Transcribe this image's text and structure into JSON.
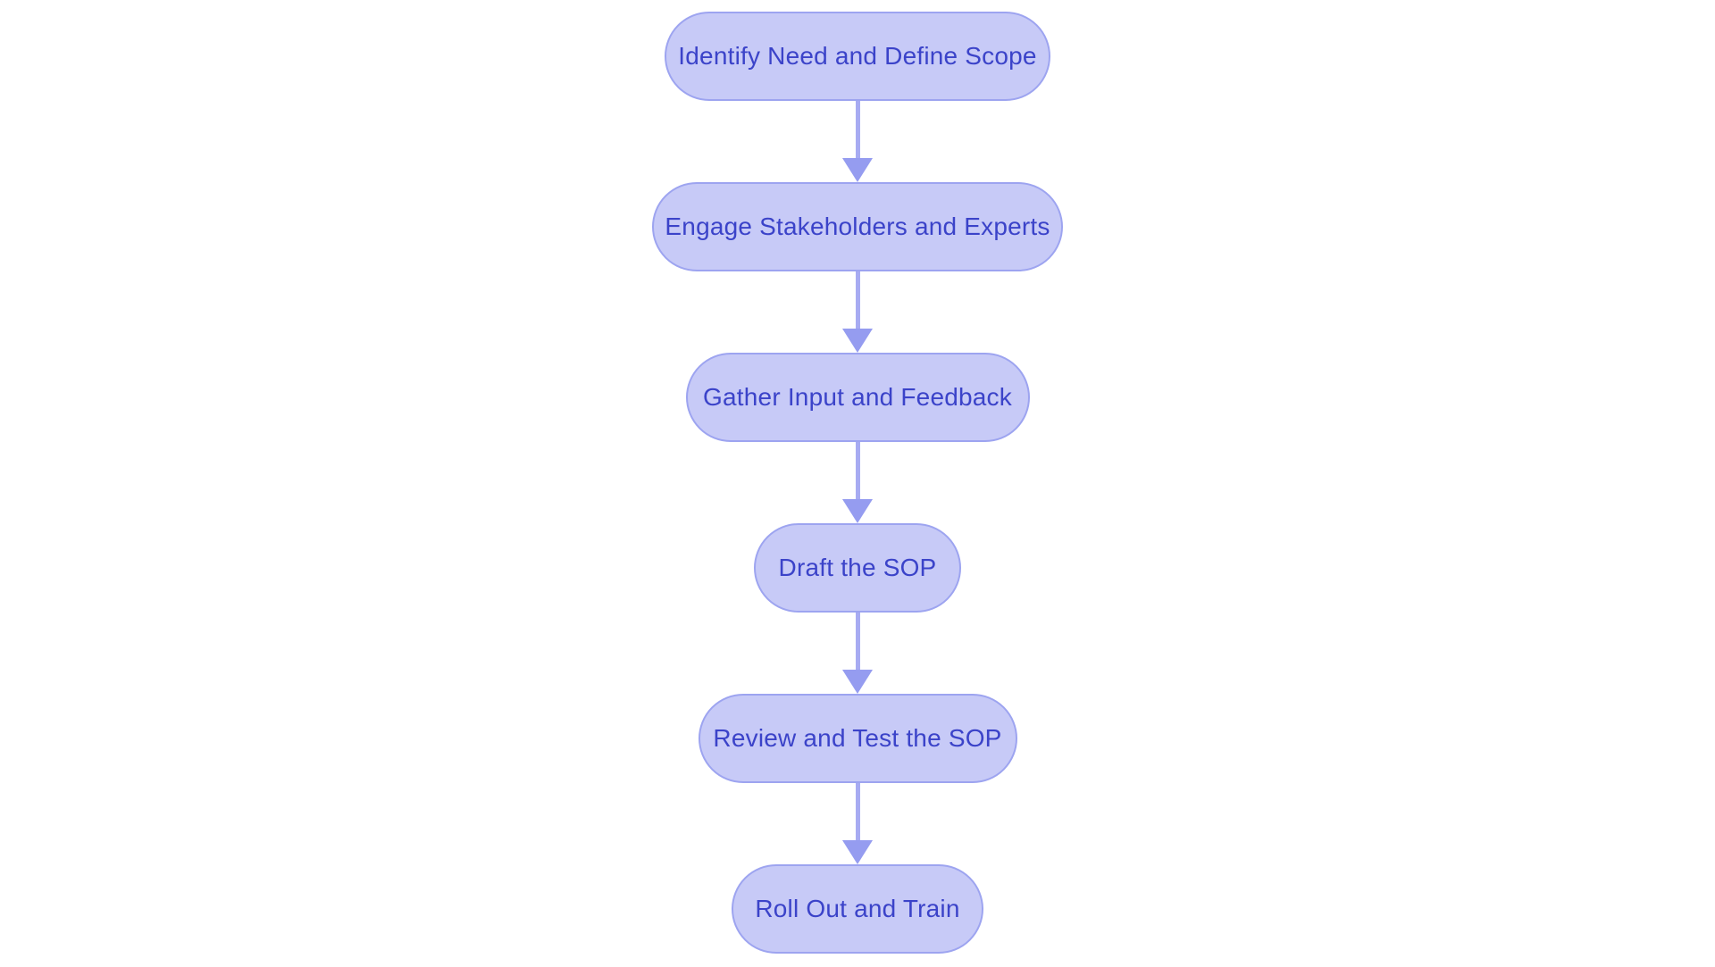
{
  "flowchart": {
    "nodes": [
      {
        "id": "step-1",
        "label": "Identify Need and Define Scope"
      },
      {
        "id": "step-2",
        "label": "Engage Stakeholders and Experts"
      },
      {
        "id": "step-3",
        "label": "Gather Input and Feedback"
      },
      {
        "id": "step-4",
        "label": "Draft the SOP"
      },
      {
        "id": "step-5",
        "label": "Review and Test the SOP"
      },
      {
        "id": "step-6",
        "label": "Roll Out and Train"
      }
    ],
    "edges": [
      {
        "from": "step-1",
        "to": "step-2"
      },
      {
        "from": "step-2",
        "to": "step-3"
      },
      {
        "from": "step-3",
        "to": "step-4"
      },
      {
        "from": "step-4",
        "to": "step-5"
      },
      {
        "from": "step-5",
        "to": "step-6"
      }
    ]
  },
  "theme": {
    "background": "#ffffff",
    "node_fill": "#c7caf7",
    "node_border": "#9da4f0",
    "node_text": "#3b43c9",
    "arrow_shaft": "#a7abf2",
    "arrow_head": "#959cf0"
  }
}
